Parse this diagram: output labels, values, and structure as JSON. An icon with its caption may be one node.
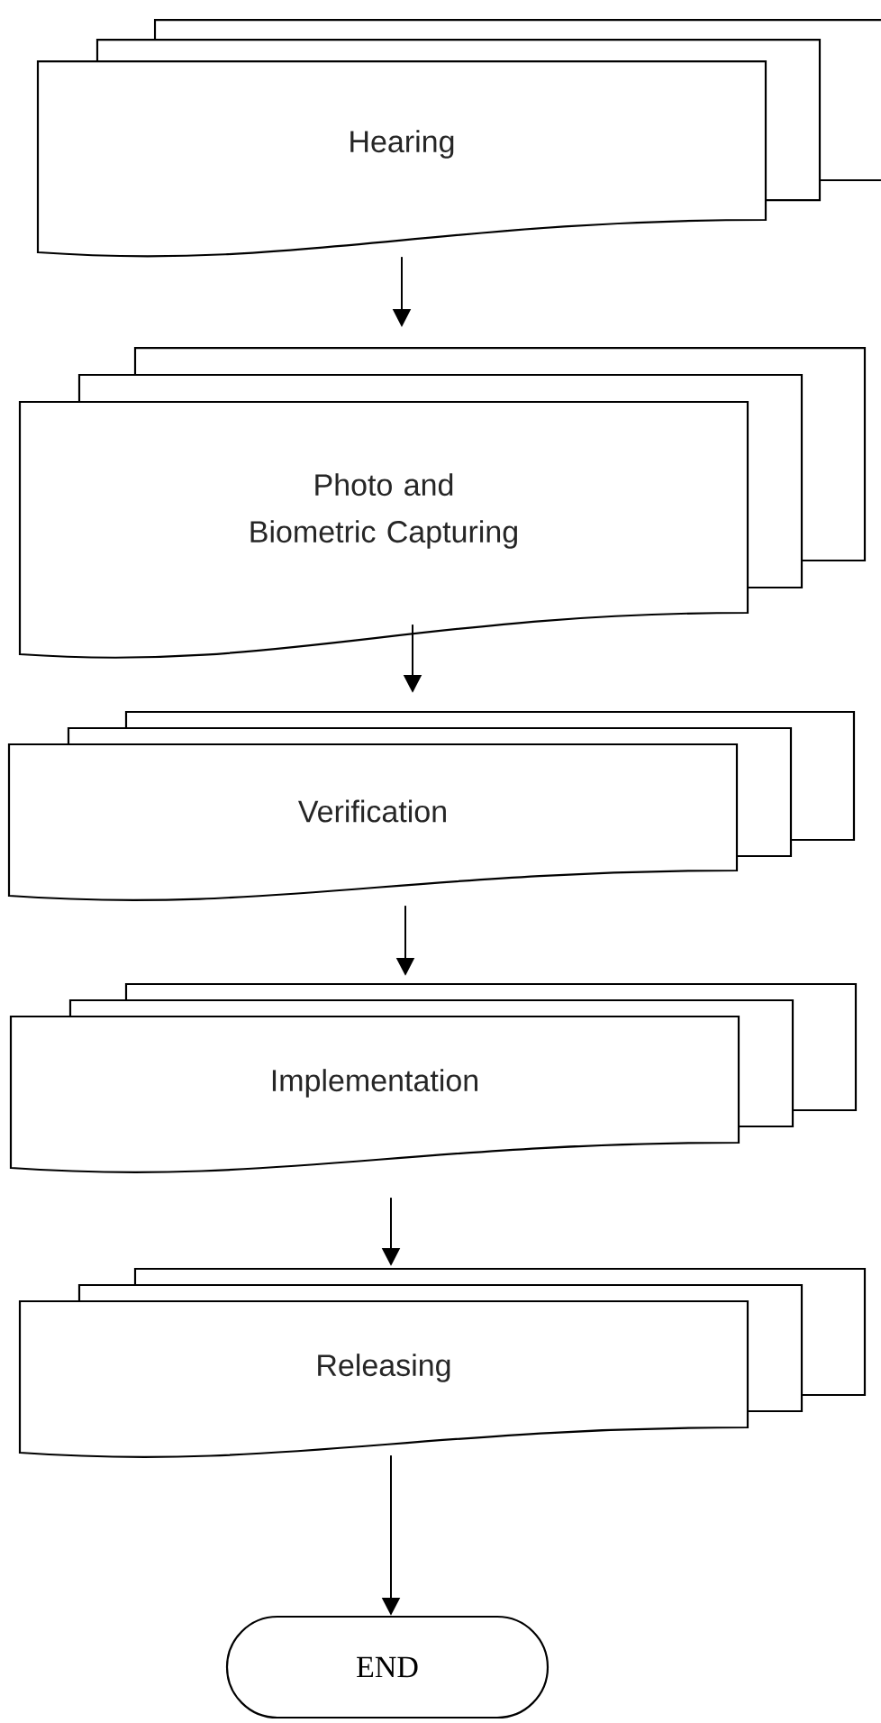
{
  "diagram": {
    "nodes": [
      {
        "text": [
          "Hearing"
        ]
      },
      {
        "text": [
          "Photo and Biometric Capturing"
        ]
      },
      {
        "text": [
          "Verification"
        ]
      },
      {
        "text": [
          "Implementation"
        ]
      },
      {
        "text": [
          "Releasing"
        ]
      },
      {
        "text": [
          "END"
        ]
      }
    ],
    "edges": [
      {
        "from": 0,
        "to": 1,
        "arrow": "to"
      },
      {
        "from": 1,
        "to": 2,
        "arrow": "to"
      },
      {
        "from": 2,
        "to": 3,
        "arrow": "to"
      },
      {
        "from": 3,
        "to": 4,
        "arrow": "to"
      },
      {
        "from": 4,
        "to": 5,
        "arrow": "to"
      }
    ]
  }
}
